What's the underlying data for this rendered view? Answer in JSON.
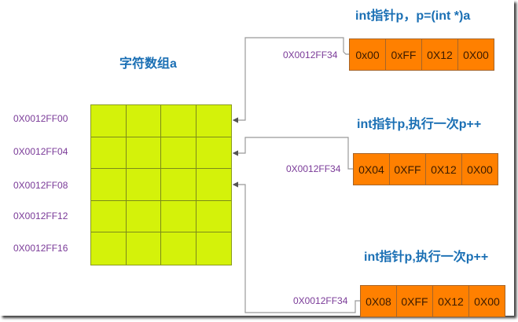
{
  "colors": {
    "title": "#1a6fb4",
    "address": "#7a3a98",
    "array_fill": "#d4f20a",
    "int_box_fill": "#ff8000",
    "connector": "#999999"
  },
  "array": {
    "title": "字符数组a",
    "rows": 5,
    "cols": 4,
    "addresses": [
      "0X0012FF00",
      "0X0012FF04",
      "0X0012FF08",
      "0X0012FF12",
      "0X0012FF16"
    ]
  },
  "pointers": [
    {
      "title": "int指针p，p=(int *)a",
      "address": "0X0012FF34",
      "bytes": [
        "0x00",
        "0xFF",
        "0X12",
        "0X00"
      ],
      "points_to_row": 0
    },
    {
      "title": "int指针p,执行一次p++",
      "address": "0X0012FF34",
      "bytes": [
        "0X04",
        "0XFF",
        "0X12",
        "0X00"
      ],
      "points_to_row": 1
    },
    {
      "title": "int指针p,执行一次p++",
      "address": "0X0012FF34",
      "bytes": [
        "0X08",
        "0XFF",
        "0X12",
        "0X00"
      ],
      "points_to_row": 2
    }
  ]
}
